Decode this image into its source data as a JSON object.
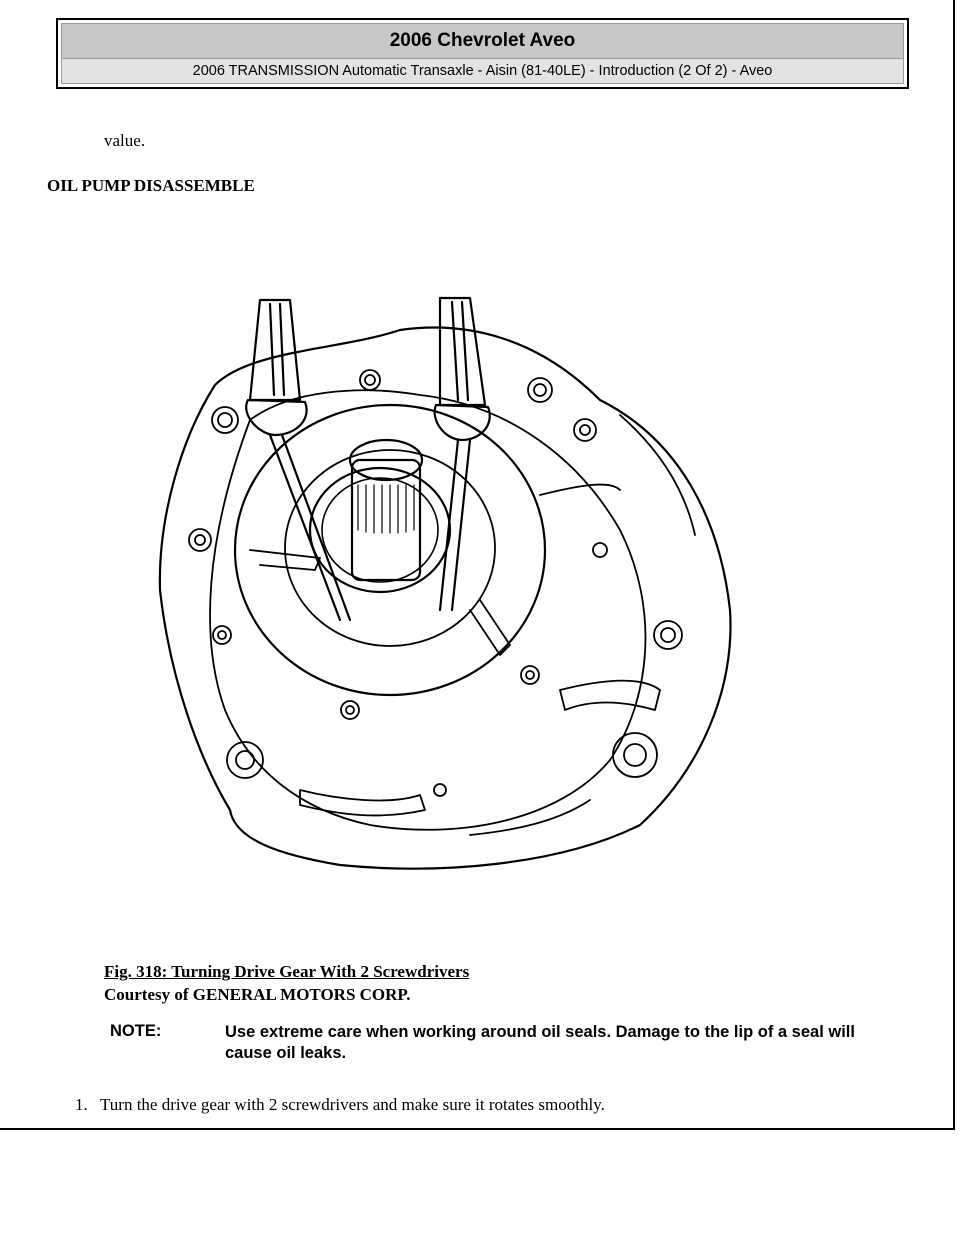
{
  "header": {
    "title": "2006 Chevrolet Aveo",
    "subtitle": "2006 TRANSMISSION Automatic Transaxle - Aisin (81-40LE) - Introduction (2 Of 2) - Aveo"
  },
  "content": {
    "continued_text": "value.",
    "section_heading": "OIL PUMP DISASSEMBLE",
    "figure": {
      "caption": "Fig. 318: Turning Drive Gear With 2 Screwdrivers",
      "courtesy": "Courtesy of GENERAL MOTORS CORP."
    },
    "note": {
      "label": "NOTE:",
      "text": "Use extreme care when working around oil seals. Damage to the lip of a seal will cause oil leaks."
    },
    "steps": [
      {
        "number": "1.",
        "text": "Turn the drive gear with 2 screwdrivers and make sure it rotates smoothly."
      }
    ]
  }
}
